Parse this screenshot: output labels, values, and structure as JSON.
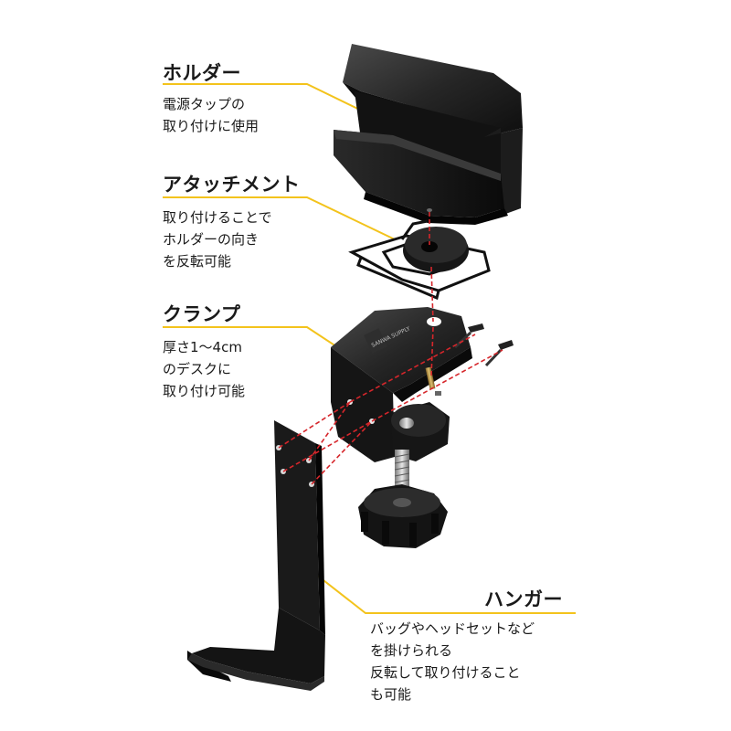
{
  "parts": [
    {
      "id": "holder",
      "title": "ホルダー",
      "lines": [
        "電源タップの",
        "取り付けに使用"
      ]
    },
    {
      "id": "attachment",
      "title": "アタッチメント",
      "lines": [
        "取り付けることで",
        "ホルダーの向き",
        "を反転可能"
      ]
    },
    {
      "id": "clamp",
      "title": "クランプ",
      "lines": [
        "厚さ1〜4cm",
        "のデスクに",
        "取り付け可能"
      ]
    },
    {
      "id": "hanger",
      "title": "ハンガー",
      "lines": [
        "バッグやヘッドセットなど",
        "を掛けられる",
        "反転して取り付けること",
        "も可能"
      ]
    }
  ],
  "colors": {
    "leader": "#f3c31c",
    "guide": "#d6262b",
    "metal": "#1b1b1b",
    "text": "#1a1a1a"
  },
  "logo_text": "SANWA SUPPLY"
}
